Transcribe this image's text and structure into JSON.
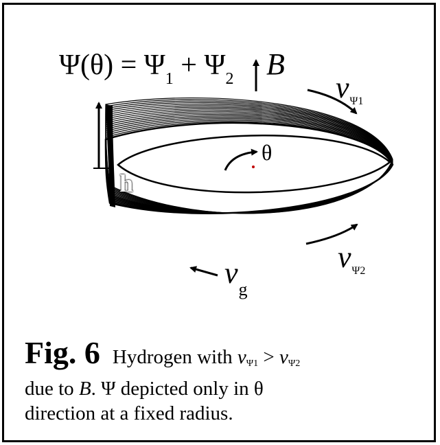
{
  "figure": {
    "equation": {
      "lhs": "Ψ(θ) = Ψ",
      "sub1": "1",
      "plus": " + Ψ",
      "sub2": "2"
    },
    "field_label": "B",
    "angle_label": "θ",
    "h_label": "h",
    "velocity_labels": [
      {
        "symbol": "v",
        "subscript": "Ψ1"
      },
      {
        "symbol": "v",
        "subscript": "Ψ2"
      },
      {
        "symbol": "v",
        "subscript": "g"
      }
    ]
  },
  "caption": {
    "fig_title": "Fig. 6",
    "head_text": "Hydrogen with ",
    "v1": "v",
    "v1_sub": "Ψ1",
    "gt": " > ",
    "v2": "v",
    "v2_sub": "Ψ2",
    "line2_prefix": "due to ",
    "line2_B": "B",
    "line2_rest": ".  Ψ depicted only in θ",
    "line3": "direction at a fixed radius."
  }
}
